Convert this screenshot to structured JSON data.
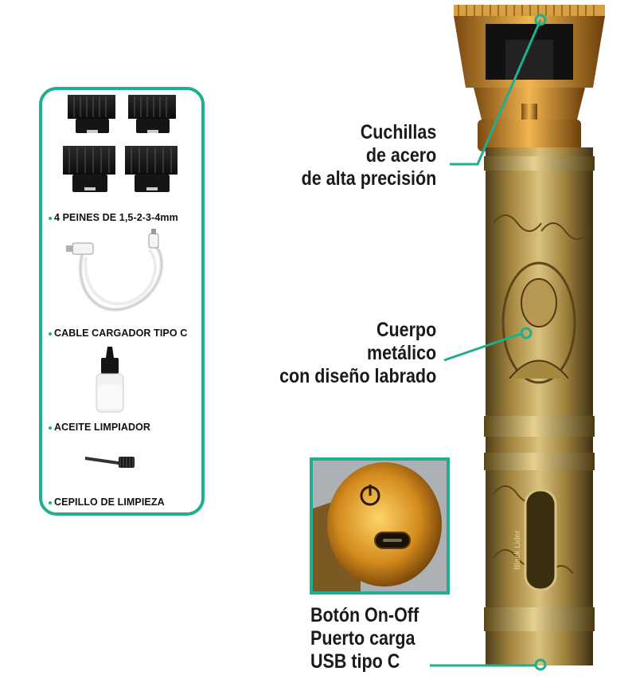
{
  "accessories": {
    "combs_label": "4 PEINES DE 1,5-2-3-4mm",
    "cable_label": "CABLE CARGADOR TIPO C",
    "oil_label": "ACEITE LIMPIADOR",
    "brush_label": "CEPILLO DE LIMPIEZA"
  },
  "callouts": {
    "blades": [
      "Cuchillas",
      "de acero",
      "de alta precisión"
    ],
    "body": [
      "Cuerpo",
      "metálico",
      "con diseño labrado"
    ],
    "button": [
      "Botón On-Off",
      "Puerto carga",
      "USB tipo C"
    ]
  },
  "trimmer": {
    "brand_text": "Black Lider"
  },
  "colors": {
    "accent": "#1fae8f",
    "gold": "#c9a24a",
    "bronze": "#7a6230"
  }
}
